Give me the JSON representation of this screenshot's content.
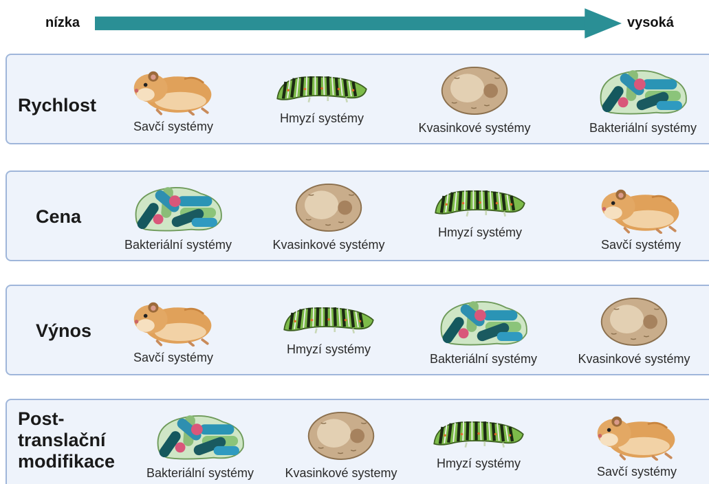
{
  "scale": {
    "low": "nízka",
    "high": "vysoká"
  },
  "rows": [
    {
      "label": "Rychlost",
      "items": [
        {
          "icon": "hamster-icon",
          "caption": "Savčí systémy"
        },
        {
          "icon": "caterpillar-icon",
          "caption": "Hmyzí systémy"
        },
        {
          "icon": "yeast-cell-icon",
          "caption": "Kvasinkové systémy"
        },
        {
          "icon": "bacteria-icon",
          "caption": "Bakteriální systémy"
        }
      ]
    },
    {
      "label": "Cena",
      "items": [
        {
          "icon": "bacteria-icon",
          "caption": "Bakteriální systémy"
        },
        {
          "icon": "yeast-cell-icon",
          "caption": "Kvasinkové systémy"
        },
        {
          "icon": "caterpillar-icon",
          "caption": "Hmyzí systémy"
        },
        {
          "icon": "hamster-icon",
          "caption": "Savčí systémy"
        }
      ]
    },
    {
      "label": "Výnos",
      "items": [
        {
          "icon": "hamster-icon",
          "caption": "Savčí systémy"
        },
        {
          "icon": "caterpillar-icon",
          "caption": "Hmyzí systémy"
        },
        {
          "icon": "bacteria-icon",
          "caption": "Bakteriální systémy"
        },
        {
          "icon": "yeast-cell-icon",
          "caption": "Kvasinkové systémy"
        }
      ]
    },
    {
      "label_lines": [
        "Post-",
        "translační",
        "modifikace"
      ],
      "items": [
        {
          "icon": "bacteria-icon",
          "caption": "Bakteriální systémy"
        },
        {
          "icon": "yeast-cell-icon",
          "caption": "Kvasinkové systemy"
        },
        {
          "icon": "caterpillar-icon",
          "caption": "Hmyzí systémy"
        },
        {
          "icon": "hamster-icon",
          "caption": "Savčí systémy"
        }
      ]
    }
  ]
}
